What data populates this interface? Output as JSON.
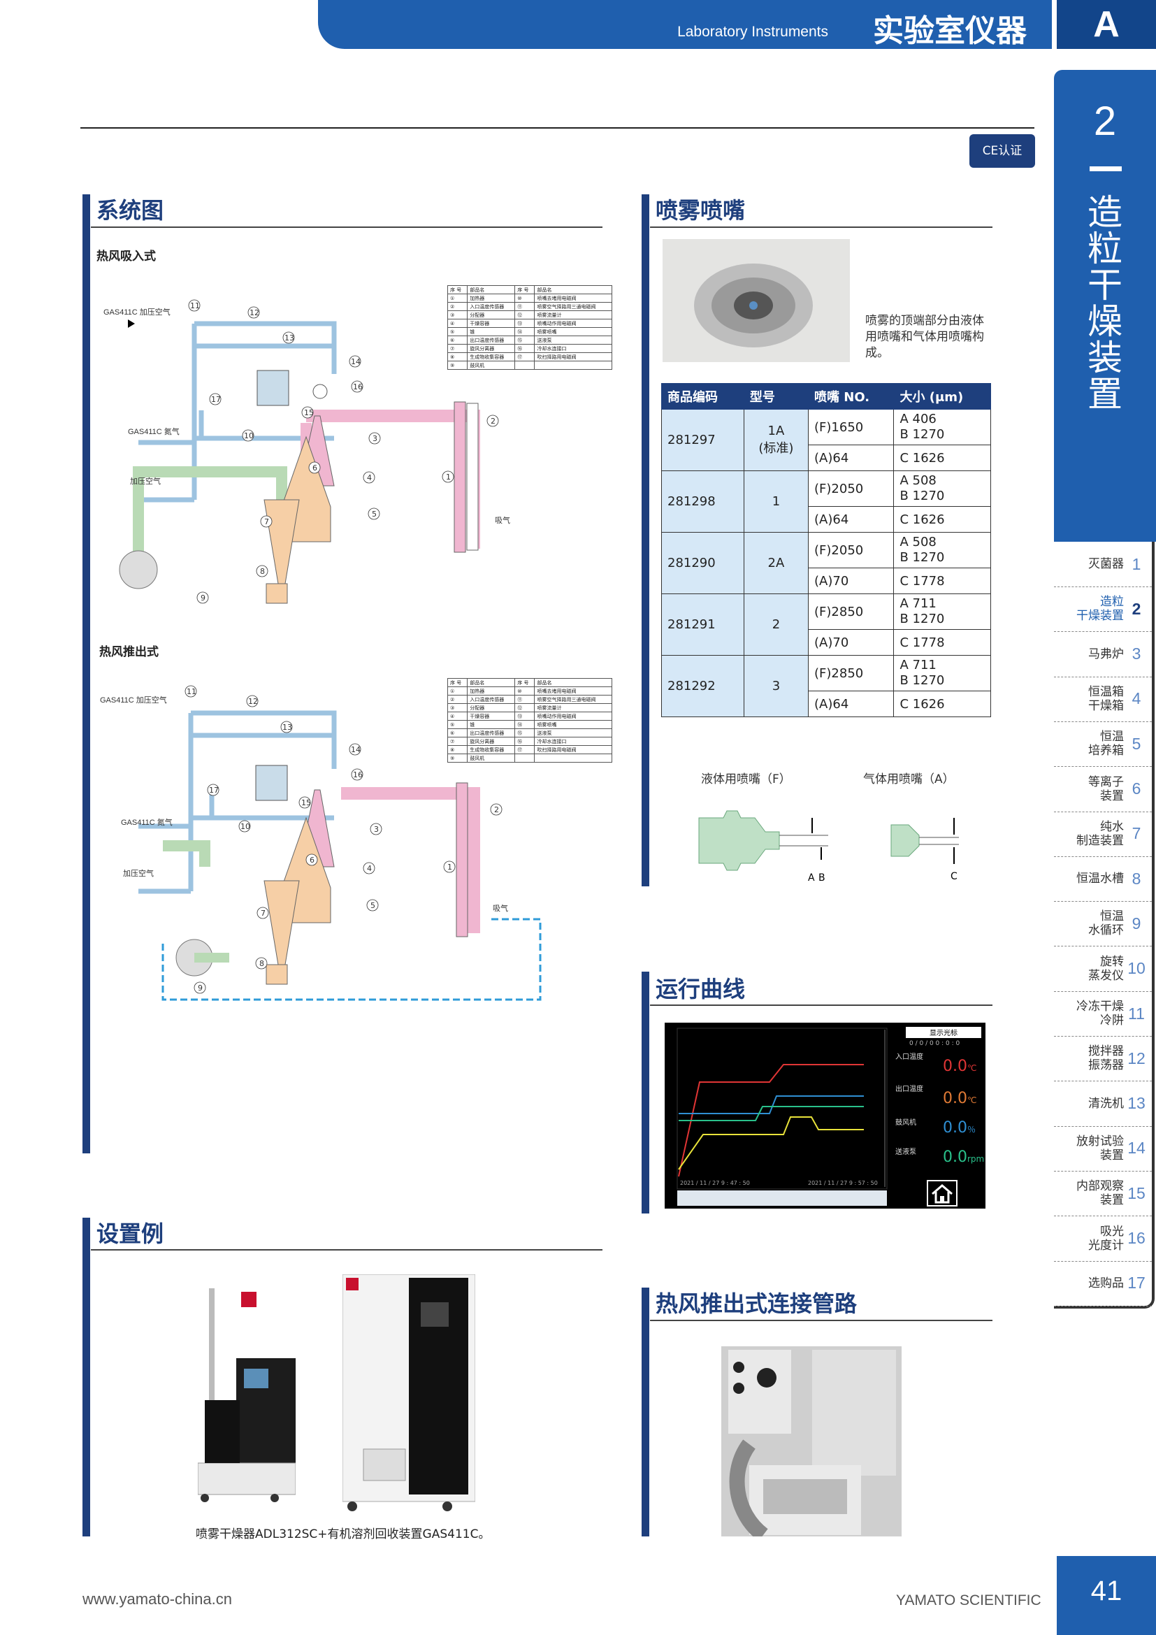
{
  "header": {
    "en": "Laboratory Instruments",
    "zh": "实验室仪器",
    "letter": "A"
  },
  "ce_badge": "CE认证",
  "sections": {
    "system": "系统图",
    "nozzle": "喷雾喷嘴",
    "curve": "运行曲线",
    "example": "设置例",
    "piping": "热风推出式连接管路"
  },
  "system": {
    "sub1": "热风吸入式",
    "sub2": "热风推出式",
    "labels": {
      "gas_pressure": "GAS411C 加压空气",
      "gas_n2": "GAS411C 氮气",
      "air": "加压空气",
      "intake": "吸气"
    },
    "parts_header": [
      "序 号",
      "部品名",
      "序 号",
      "部品名"
    ],
    "parts_rows": [
      [
        "①",
        "加热器",
        "⑩",
        "喷嘴去堵用电磁阀"
      ],
      [
        "②",
        "入口温度传感器",
        "⑪",
        "喷雾空气择路用三通电磁阀"
      ],
      [
        "③",
        "分配器",
        "⑫",
        "喷雾流量计"
      ],
      [
        "④",
        "干燥容器",
        "⑬",
        "喷嘴动作用电磁阀"
      ],
      [
        "⑤",
        "锥",
        "⑭",
        "喷雾喷嘴"
      ],
      [
        "⑥",
        "出口温度传感器",
        "⑮",
        "送液泵"
      ],
      [
        "⑦",
        "旋风分离器",
        "⑯",
        "冷却水连接口"
      ],
      [
        "⑧",
        "生成物收集容器",
        "⑰",
        "吹扫择路用电磁阀"
      ],
      [
        "⑨",
        "鼓风机",
        "",
        ""
      ]
    ]
  },
  "nozzle": {
    "desc": "喷雾的顶端部分由液体用喷嘴和气体用喷嘴构成。",
    "table_headers": [
      "商品编码",
      "型号",
      "喷嘴 NO.",
      "大小 (μm)"
    ],
    "rows": [
      {
        "code": "281297",
        "model": "1A\n(标准)",
        "f_no": "(F)1650",
        "f_size": "A 406\nB 1270",
        "a_no": "(A)64",
        "a_size": "C 1626"
      },
      {
        "code": "281298",
        "model": "1",
        "f_no": "(F)2050",
        "f_size": "A 508\nB 1270",
        "a_no": "(A)64",
        "a_size": "C 1626"
      },
      {
        "code": "281290",
        "model": "2A",
        "f_no": "(F)2050",
        "f_size": "A 508\nB 1270",
        "a_no": "(A)70",
        "a_size": "C 1778"
      },
      {
        "code": "281291",
        "model": "2",
        "f_no": "(F)2850",
        "f_size": "A 711\nB 1270",
        "a_no": "(A)70",
        "a_size": "C 1778"
      },
      {
        "code": "281292",
        "model": "3",
        "f_no": "(F)2850",
        "f_size": "A 711\nB 1270",
        "a_no": "(A)64",
        "a_size": "C 1626"
      }
    ],
    "liquid_caption": "液体用喷嘴（F）",
    "gas_caption": "气体用喷嘴（A）",
    "dim_a": "A",
    "dim_b": "B",
    "dim_c": "C"
  },
  "curve_screen": {
    "legend_title": "显示光标",
    "counter": "0 / 0 / 0  0 : 0 : 0",
    "inlet_label": "入口温度",
    "inlet_value": "0.0",
    "inlet_unit": "℃",
    "outlet_label": "出口温度",
    "outlet_value": "0.0",
    "outlet_unit": "℃",
    "blower_label": "鼓风机",
    "blower_value": "0.0",
    "blower_unit": "％",
    "pump_label": "送液泵",
    "pump_value": "0.0",
    "pump_unit": "rpm",
    "time_start": "2021 / 11 / 27  9 : 47 : 50",
    "time_end": "2021 / 11 / 27  9 : 57 : 50",
    "home_icon": "home-icon"
  },
  "example": {
    "caption": "喷雾干燥器ADL312SC+有机溶剂回收装置GAS411C。"
  },
  "side": {
    "number": "2",
    "title": [
      "造",
      "粒",
      "干",
      "燥",
      "装",
      "置"
    ],
    "tabs": [
      {
        "label": "灭菌器",
        "num": "1"
      },
      {
        "label": "造粒\n干燥装置",
        "num": "2",
        "active": true
      },
      {
        "label": "马弗炉",
        "num": "3"
      },
      {
        "label": "恒温箱\n干燥箱",
        "num": "4"
      },
      {
        "label": "恒温\n培养箱",
        "num": "5"
      },
      {
        "label": "等离子\n装置",
        "num": "6"
      },
      {
        "label": "纯水\n制造装置",
        "num": "7"
      },
      {
        "label": "恒温水槽",
        "num": "8"
      },
      {
        "label": "恒温\n水循环",
        "num": "9"
      },
      {
        "label": "旋转\n蒸发仪",
        "num": "10"
      },
      {
        "label": "冷冻干燥\n冷阱",
        "num": "11"
      },
      {
        "label": "搅拌器\n振荡器",
        "num": "12"
      },
      {
        "label": "清洗机",
        "num": "13"
      },
      {
        "label": "放射试验\n装置",
        "num": "14"
      },
      {
        "label": "内部观察\n装置",
        "num": "15"
      },
      {
        "label": "吸光\n光度计",
        "num": "16"
      },
      {
        "label": "选购品",
        "num": "17"
      }
    ]
  },
  "footer": {
    "url": "www.yamato-china.cn",
    "brand": "YAMATO SCIENTIFIC",
    "page": "41"
  },
  "colors": {
    "brand_blue": "#1f5fae",
    "navy": "#1e3f7d",
    "pipe_blue": "#9dc3e0",
    "pipe_pink": "#f0b6d0",
    "vessel": "#f6cfa6",
    "pipe_green": "#b9dab5"
  }
}
